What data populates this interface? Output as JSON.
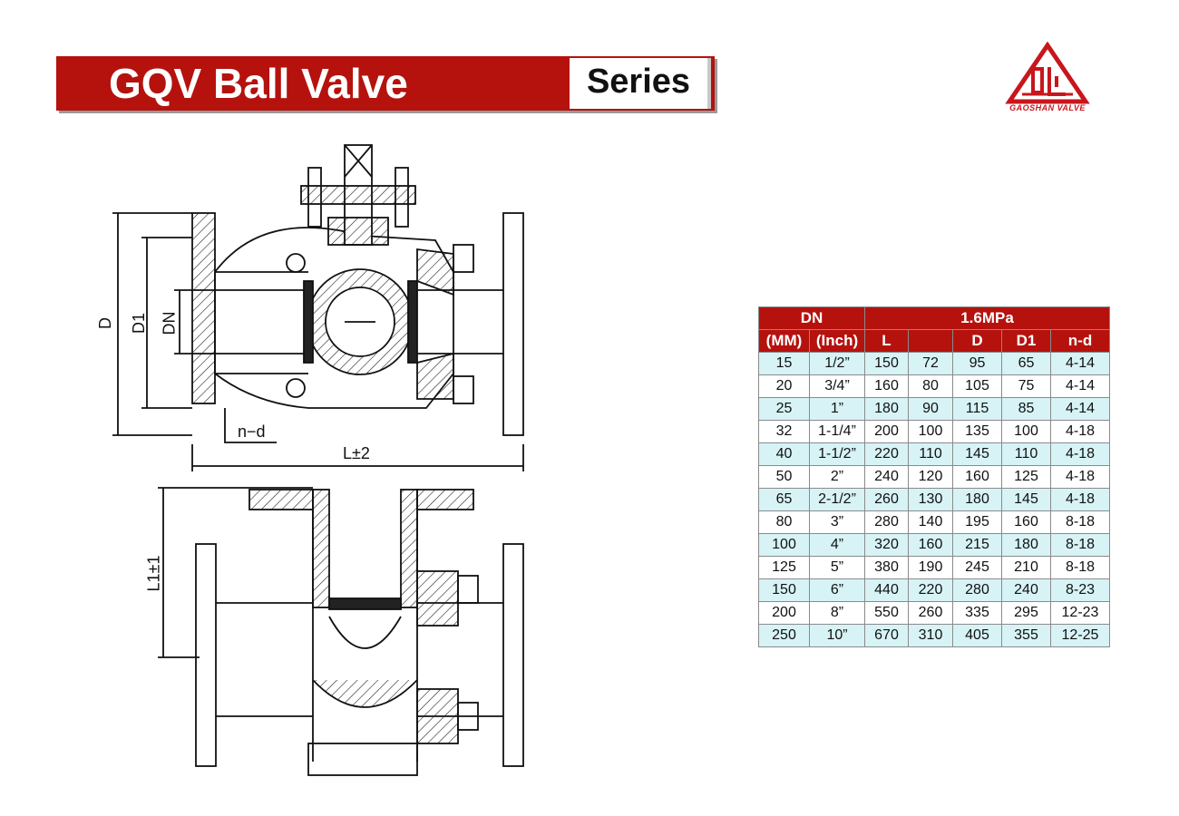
{
  "header": {
    "title": "GQV Ball Valve",
    "series_label": "Series"
  },
  "logo": {
    "text": "GAOSHAN VALVE",
    "color": "#c8161d"
  },
  "drawing": {
    "labels": {
      "d": "D",
      "d1": "D1",
      "dn": "DN",
      "nd": "n−d",
      "l": "L±2",
      "l1": "L1±1"
    }
  },
  "colors": {
    "brand_red": "#b5120e",
    "row_tint": "#d7f3f6"
  },
  "table": {
    "group_headers": {
      "dn": "DN",
      "pressure": "1.6MPa"
    },
    "columns": [
      "(MM)",
      "(Inch)",
      "L",
      "",
      "D",
      "D1",
      "n-d"
    ],
    "rows": [
      [
        "15",
        "1/2”",
        "150",
        "72",
        "95",
        "65",
        "4-14"
      ],
      [
        "20",
        "3/4”",
        "160",
        "80",
        "105",
        "75",
        "4-14"
      ],
      [
        "25",
        "1”",
        "180",
        "90",
        "115",
        "85",
        "4-14"
      ],
      [
        "32",
        "1-1/4”",
        "200",
        "100",
        "135",
        "100",
        "4-18"
      ],
      [
        "40",
        "1-1/2”",
        "220",
        "110",
        "145",
        "110",
        "4-18"
      ],
      [
        "50",
        "2”",
        "240",
        "120",
        "160",
        "125",
        "4-18"
      ],
      [
        "65",
        "2-1/2”",
        "260",
        "130",
        "180",
        "145",
        "4-18"
      ],
      [
        "80",
        "3”",
        "280",
        "140",
        "195",
        "160",
        "8-18"
      ],
      [
        "100",
        "4”",
        "320",
        "160",
        "215",
        "180",
        "8-18"
      ],
      [
        "125",
        "5”",
        "380",
        "190",
        "245",
        "210",
        "8-18"
      ],
      [
        "150",
        "6”",
        "440",
        "220",
        "280",
        "240",
        "8-23"
      ],
      [
        "200",
        "8”",
        "550",
        "260",
        "335",
        "295",
        "12-23"
      ],
      [
        "250",
        "10”",
        "670",
        "310",
        "405",
        "355",
        "12-25"
      ]
    ]
  }
}
